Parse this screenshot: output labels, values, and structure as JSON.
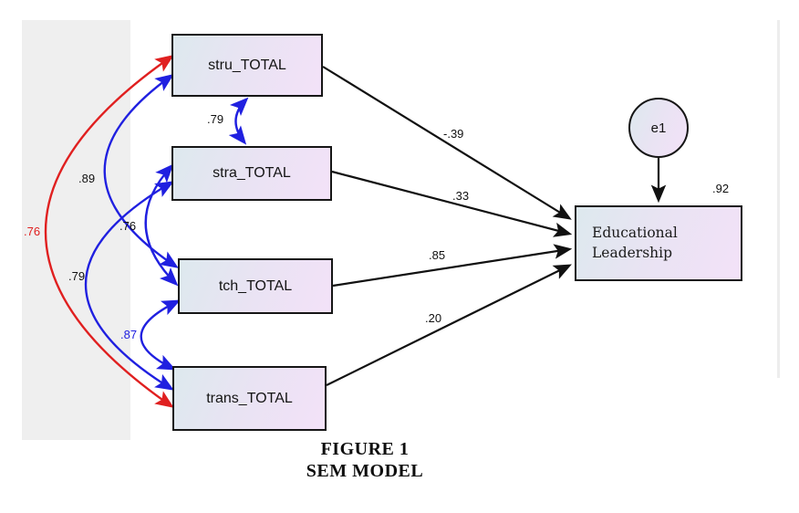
{
  "figure": {
    "caption_line1": "FIGURE 1",
    "caption_line2": "SEM MODEL"
  },
  "nodes": {
    "observed": [
      {
        "id": "stru",
        "label": "stru_TOTAL"
      },
      {
        "id": "stra",
        "label": "stra_TOTAL"
      },
      {
        "id": "tch",
        "label": "tch_TOTAL"
      },
      {
        "id": "trans",
        "label": "trans_TOTAL"
      }
    ],
    "outcome": {
      "line1": "Educational",
      "line2": "Leadership",
      "r_squared": ".92"
    },
    "error": {
      "label": "e1"
    }
  },
  "paths": [
    {
      "from": "stru_TOTAL",
      "to": "Educational Leadership",
      "value": "-.39"
    },
    {
      "from": "stra_TOTAL",
      "to": "Educational Leadership",
      "value": ".33"
    },
    {
      "from": "tch_TOTAL",
      "to": "Educational Leadership",
      "value": ".85"
    },
    {
      "from": "trans_TOTAL",
      "to": "Educational Leadership",
      "value": ".20"
    }
  ],
  "covariances": [
    {
      "between": "stru_TOTAL & stra_TOTAL",
      "value": ".79",
      "arc_color": "#2020e0",
      "label_color": "#101010"
    },
    {
      "between": "stru_TOTAL & tch_TOTAL",
      "value": ".89",
      "arc_color": "#2020e0",
      "label_color": "#101010"
    },
    {
      "between": "stra_TOTAL & tch_TOTAL",
      "value": ".76",
      "arc_color": "#2020e0",
      "label_color": "#101010"
    },
    {
      "between": "stra_TOTAL & trans_TOTAL",
      "value": ".79",
      "arc_color": "#2020e0",
      "label_color": "#101010"
    },
    {
      "between": "tch_TOTAL & trans_TOTAL",
      "value": ".87",
      "arc_color": "#2020e0",
      "label_color": "#2020e0"
    },
    {
      "between": "stru_TOTAL & trans_TOTAL",
      "value": ".76",
      "arc_color": "#e02020",
      "label_color": "#e02020"
    }
  ],
  "colors": {
    "covariance_blue": "#2020e0",
    "covariance_red": "#e02020",
    "path_black": "#111111",
    "node_fill_start": "#dde9ee",
    "node_fill_end": "#f3e2f8",
    "left_panel_grey": "#efefef"
  }
}
